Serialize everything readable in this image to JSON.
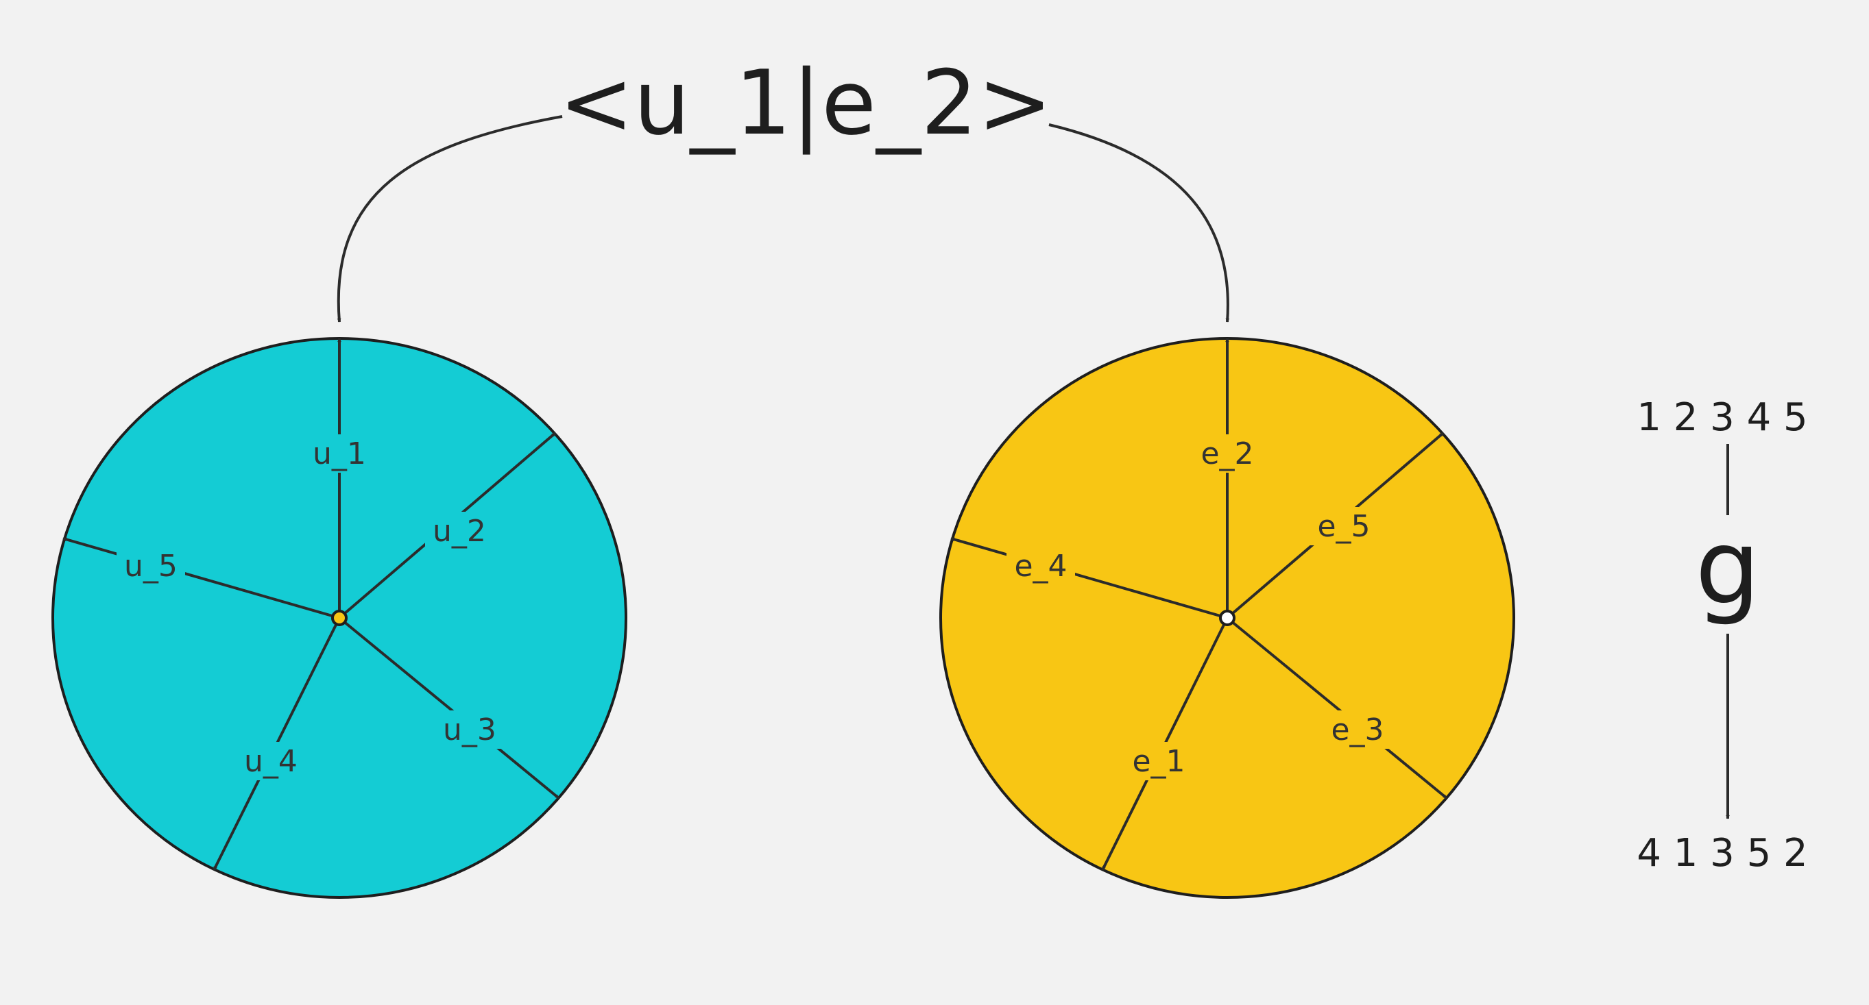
{
  "title": "<u_1|e_2>",
  "colors": {
    "background": "#f2f2f2",
    "circle_u": "#14ccd4",
    "circle_e": "#f8c614",
    "stroke": "#1e1e1e",
    "label_bg_u": "#14ccd4",
    "label_bg_e": "#f8c614",
    "center_u": "#f8c614",
    "center_e": "#ffffff"
  },
  "circle_u": {
    "labels": [
      "u_1",
      "u_2",
      "u_3",
      "u_4",
      "u_5"
    ]
  },
  "circle_e": {
    "labels": [
      "e_2",
      "e_5",
      "e_3",
      "e_1",
      "e_4"
    ]
  },
  "permutation": {
    "top": "1 2 3 4 5",
    "symbol": "g",
    "bottom": "4 1 3 5 2"
  }
}
